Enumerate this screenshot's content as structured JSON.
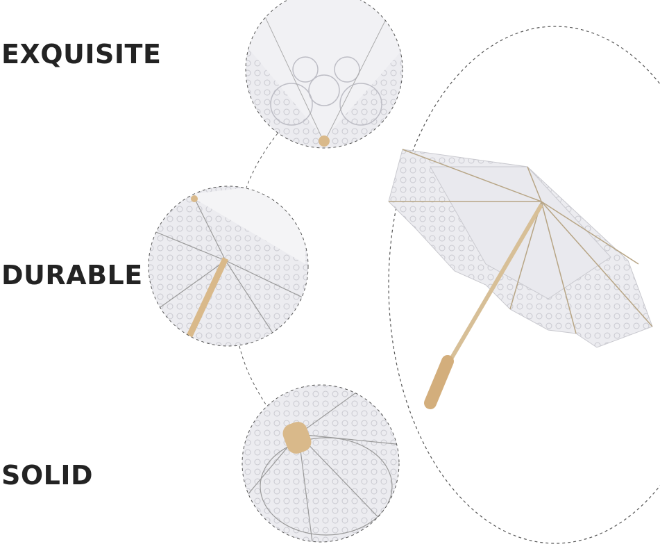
{
  "features": [
    {
      "label": "EXQUISITE"
    },
    {
      "label": "DURABLE"
    },
    {
      "label": "SOLID"
    }
  ],
  "colors": {
    "text": "#232323",
    "lace": "#e6e6ea",
    "wood": "#d9b98a",
    "dash": "#555555"
  }
}
